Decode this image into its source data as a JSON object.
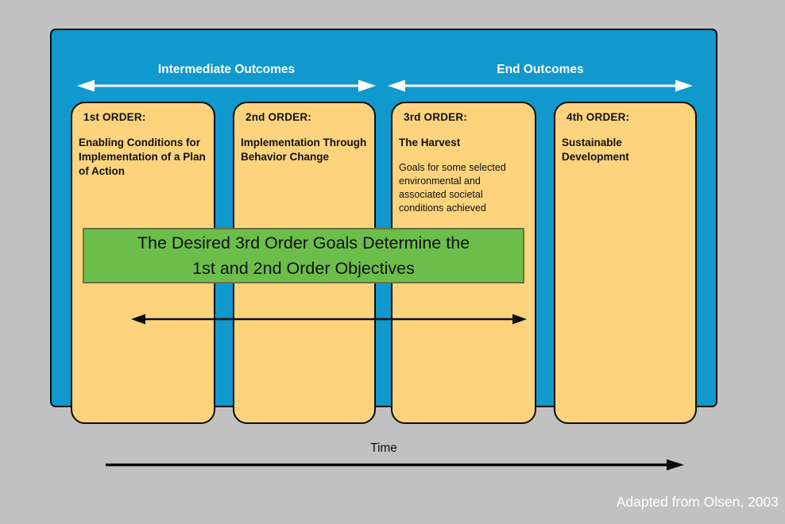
{
  "diagram": {
    "title_arrows": {
      "intermediate_label": "Intermediate Outcomes",
      "end_label": "End Outcomes"
    },
    "boxes": [
      {
        "header": "1st ORDER:",
        "subtitle": "Enabling Conditions for Implementation of a Plan of Action",
        "body": ""
      },
      {
        "header": "2nd ORDER:",
        "subtitle": "Implementation Through Behavior Change",
        "body": ""
      },
      {
        "header": "3rd ORDER:",
        "subtitle": "The Harvest",
        "body": "Goals for some selected environmental and associated societal conditions achieved"
      },
      {
        "header": "4th ORDER:",
        "subtitle": "Sustainable Development",
        "body": ""
      }
    ],
    "banner": {
      "line1": "The Desired 3rd Order Goals Determine the",
      "line2": "1st and 2nd Order Objectives"
    },
    "time_axis_label": "Time",
    "attribution": "Adapted from Olsen, 2003",
    "colors": {
      "background_gray": "#c1c1c1",
      "panel_blue": "#1198cc",
      "box_yellow": "#fdd37e",
      "banner_green": "#6cbe4b",
      "banner_border": "#6e7045",
      "arrow_white": "#ffffff",
      "arrow_black": "#0d0d0d"
    }
  }
}
